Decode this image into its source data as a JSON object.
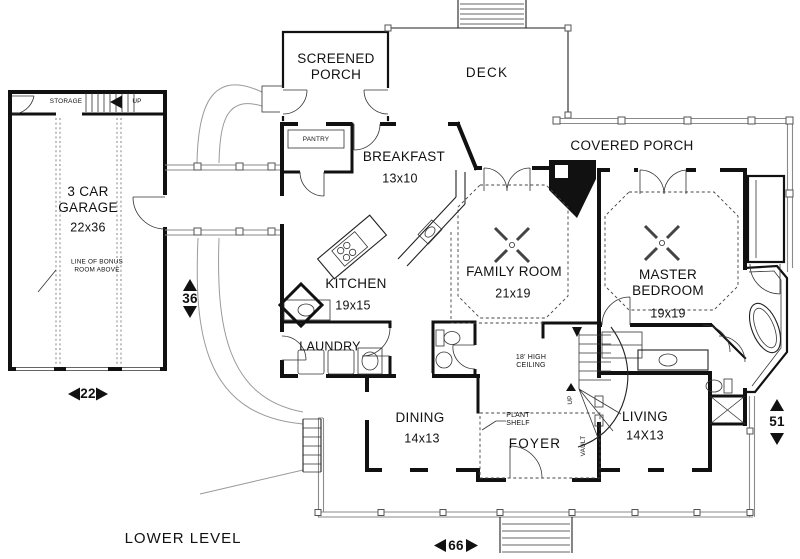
{
  "plan": {
    "title": "LOWER LEVEL",
    "rooms": {
      "garage": {
        "name": "3 CAR\nGARAGE",
        "size": "22x36"
      },
      "storage": {
        "name": "STORAGE"
      },
      "screened_porch": {
        "name": "SCREENED\nPORCH"
      },
      "deck": {
        "name": "DECK"
      },
      "covered_porch": {
        "name": "COVERED PORCH"
      },
      "pantry": {
        "name": "PANTRY"
      },
      "breakfast": {
        "name": "BREAKFAST",
        "size": "13x10"
      },
      "kitchen": {
        "name": "KITCHEN",
        "size": "19x15"
      },
      "family_room": {
        "name": "FAMILY ROOM",
        "size": "21x19"
      },
      "master_bedroom": {
        "name": "MASTER\nBEDROOM",
        "size": "19x19"
      },
      "laundry": {
        "name": "LAUNDRY"
      },
      "dining": {
        "name": "DINING",
        "size": "14x13"
      },
      "living": {
        "name": "LIVING",
        "size": "14X13"
      },
      "foyer": {
        "name": "FOYER"
      }
    },
    "annotations": {
      "bonus_room": "LINE OF BONUS\nROOM ABOVE",
      "high_ceiling": "18' HIGH\nCEILING",
      "plant_shelf": "PLANT\nSHELF",
      "vault": "VAULT",
      "garage_stairs_up": "UP",
      "main_stairs_up": "UP"
    },
    "dimensions": {
      "garage_width_ft": "22",
      "garage_depth_ft": "36",
      "right_side_ft": "51",
      "front_width_ft": "66"
    },
    "colors": {
      "wall": "#111111",
      "porch_line": "#8a8a8a"
    }
  }
}
